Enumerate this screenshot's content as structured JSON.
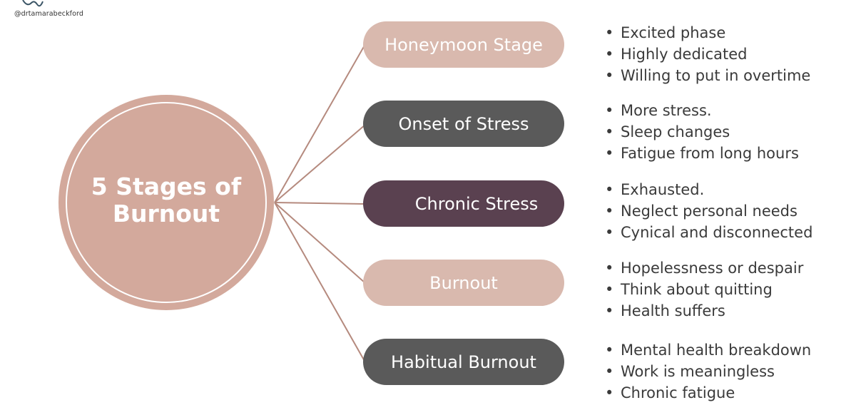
{
  "handle": "@drtamarabeckford",
  "hub": {
    "title": "5 Stages of Burnout"
  },
  "stages": [
    {
      "label": "Honeymoon Stage",
      "bullets": [
        "Excited phase",
        "Highly dedicated",
        "Willing to put in overtime"
      ]
    },
    {
      "label": "Onset of Stress",
      "bullets": [
        "More stress.",
        "Sleep changes",
        "Fatigue from long hours"
      ]
    },
    {
      "label": "Chronic Stress",
      "bullets": [
        "Exhausted.",
        "Neglect personal needs",
        "Cynical and disconnected"
      ]
    },
    {
      "label": "Burnout",
      "bullets": [
        "Hopelessness or despair",
        "Think about quitting",
        "Health suffers"
      ]
    },
    {
      "label": "Habitual Burnout",
      "bullets": [
        "Mental health breakdown",
        "Work is meaningless",
        "Chronic fatigue"
      ]
    }
  ],
  "colors": {
    "hub": "#d3a99c",
    "pill_light": "#d9b9ae",
    "pill_dark": "#5a5a5a",
    "pill_plum": "#5a4150",
    "connector": "#b58a7e",
    "text": "#3a3a3a"
  }
}
